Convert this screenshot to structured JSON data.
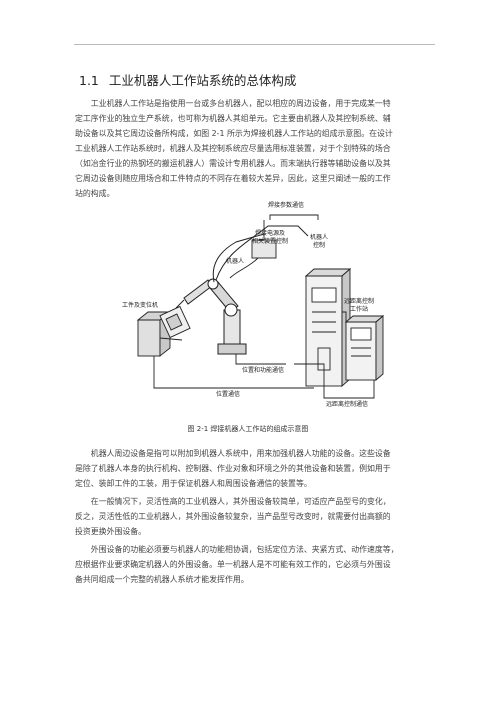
{
  "section": {
    "number": "1.1",
    "title": "工业机器人工作站系统的总体构成"
  },
  "intro_lines": [
    "工业机器人工作站是指使用一台或多台机器人，配以相应的周边设备，用于完成某一特",
    "定工序作业的独立生产系统，也可称为机器人其组单元。它主要由机器人及其控制系统、辅",
    "助设备以及其它周边设备所构成，如图 2-1 所示为焊接机器人工作站的组成示意图。在设计",
    "工业机器人工作站系统时，机器人及其控制系统应尽量选用标准装置，对于个别特殊的场合",
    "（如冶金行业的热钢坯的搬运机器人）需设计专用机器人。而末端执行器等辅助设备以及其",
    "它周边设备则随应用场合和工件特点的不同存在着较大差异，因此，这里只阐述一般的工作",
    "站的构成。"
  ],
  "figure": {
    "labels": {
      "top": "焊接参数通信",
      "power_line1": "焊接电源及",
      "power_line2": "相关装置控制",
      "controller_line1": "机器人",
      "controller_line2": "控制",
      "robot": "机器人",
      "positioner": "工件及变位机",
      "remote_line1": "远距离控制",
      "remote_line2": "工作站",
      "pos_comm": "位置和功能通信",
      "position_comm": "位置通信",
      "remote_comm": "远距离控制通信"
    },
    "caption": "图 2-1 焊接机器人工作站的组成示意图"
  },
  "body_paragraphs": [
    {
      "lines": [
        "机器人周边设备是指可以附加到机器人系统中，用来加强机器人功能的设备。这些设备",
        "是除了机器人本身的执行机构、控制器、作业对象和环境之外的其他设备和装置，例如用于",
        "定位、装卸工件的工装，用于保证机器人和周围设备通信的装置等。"
      ]
    },
    {
      "lines": [
        "在一般情况下，灵活性高的工业机器人，其外围设备较简单，可适应产品型号的变化，",
        "反之，灵活性低的工业机器人，其外围设备较复杂，当产品型号改变时，就需要付出高额的",
        "投资更换外围设备。"
      ]
    },
    {
      "lines": [
        "外围设备的功能必须要与机器人的功能相协调，包括定位方法、夹紧方式、动作速度等，",
        "应根据作业要求确定机器人的外围设备。单一机器人是不可能有效工作的，它必须与外围设",
        "备共同组成一个完整的机器人系统才能发挥作用。"
      ]
    }
  ]
}
